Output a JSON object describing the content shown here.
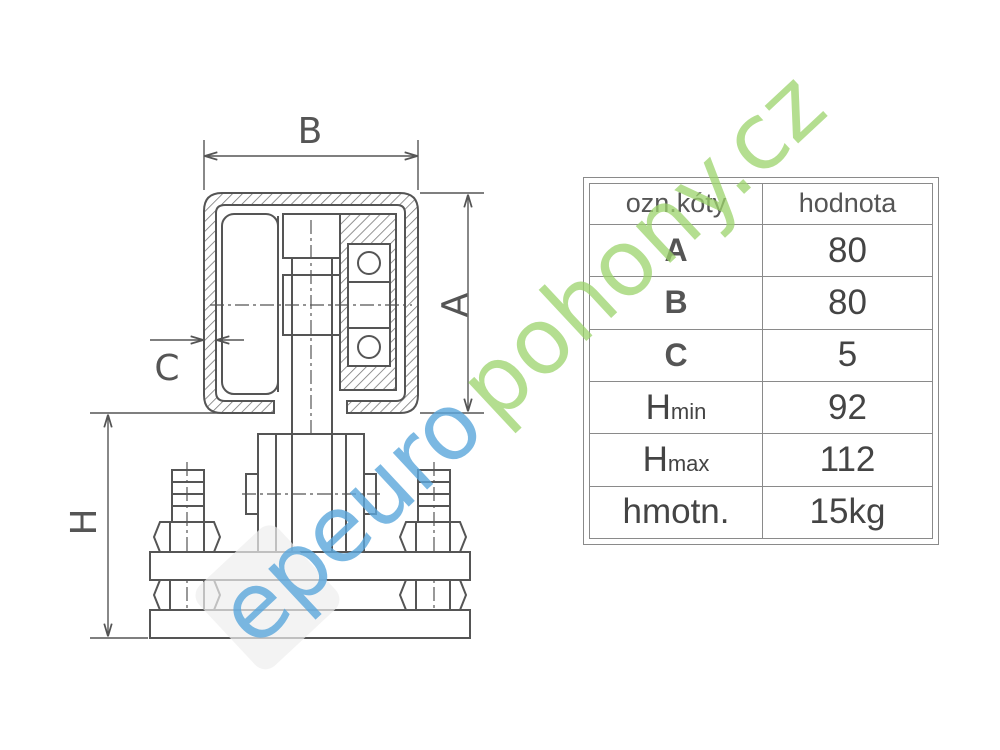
{
  "drawing": {
    "dim_labels": {
      "a": "A",
      "b": "B",
      "c": "C",
      "h": "H"
    }
  },
  "table": {
    "headers": [
      "ozn.kóty",
      "hodnota"
    ],
    "rows": [
      {
        "label": "A",
        "sub": "",
        "value": "80"
      },
      {
        "label": "B",
        "sub": "",
        "value": "80"
      },
      {
        "label": "C",
        "sub": "",
        "value": "5"
      },
      {
        "label": "H",
        "sub": "min",
        "value": "92"
      },
      {
        "label": "H",
        "sub": "max",
        "value": "112"
      },
      {
        "label": "hmotn.",
        "sub": "",
        "value": "15kg"
      }
    ]
  },
  "watermark": {
    "part1": "ep",
    "part2": "euro",
    "part3": "pohony.cz"
  },
  "colors": {
    "line": "#555555",
    "hatch": "#777777",
    "wm_blue": "#5ba7dc",
    "wm_green": "#9cd46b"
  }
}
